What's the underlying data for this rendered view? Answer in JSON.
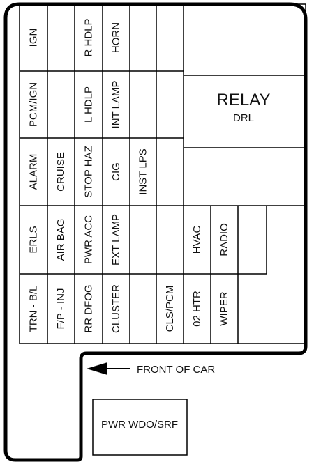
{
  "columns": [
    [
      "IGN",
      "PCM/IGN",
      "ALARM",
      "ERLS",
      "TRN - B/L"
    ],
    [
      "",
      "",
      "CRUISE",
      "AIR BAG",
      "F/P - INJ"
    ],
    [
      "R HDLP",
      "L HDLP",
      "STOP HAZ",
      "PWR ACC",
      "RR DFOG"
    ],
    [
      "HORN",
      "INT LAMP",
      "CIG",
      "EXT LAMP",
      "CLUSTER"
    ],
    [
      "",
      "",
      "INST LPS",
      "",
      ""
    ],
    [
      "",
      "",
      "",
      "",
      "CLS/PCM"
    ]
  ],
  "relay": {
    "title": "RELAY",
    "sub": "DRL"
  },
  "right_row1": [
    "HVAC",
    "RADIO"
  ],
  "right_row2": [
    "02 HTR",
    "WIPER"
  ],
  "front": "FRONT OF CAR",
  "pwr": "PWR WDO/SRF"
}
